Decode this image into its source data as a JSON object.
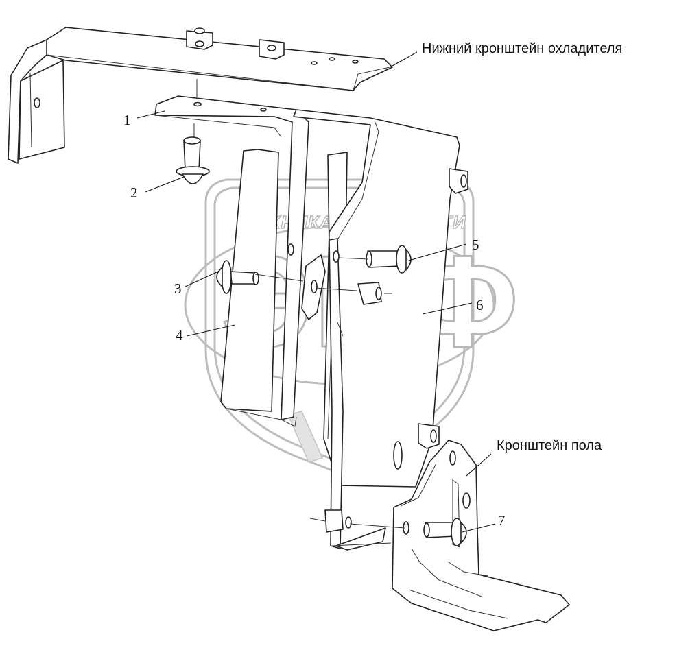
{
  "labels": {
    "upper_bracket": "Нижний кронштейн охладителя",
    "floor_bracket": "Кронштейн пола"
  },
  "callouts": [
    "1",
    "2",
    "3",
    "4",
    "5",
    "6",
    "7"
  ],
  "watermark": {
    "line1_left": "ТЕХНИКА",
    "line1_right": "ЗАПЧАСТИ",
    "big": "ЭПФ"
  }
}
